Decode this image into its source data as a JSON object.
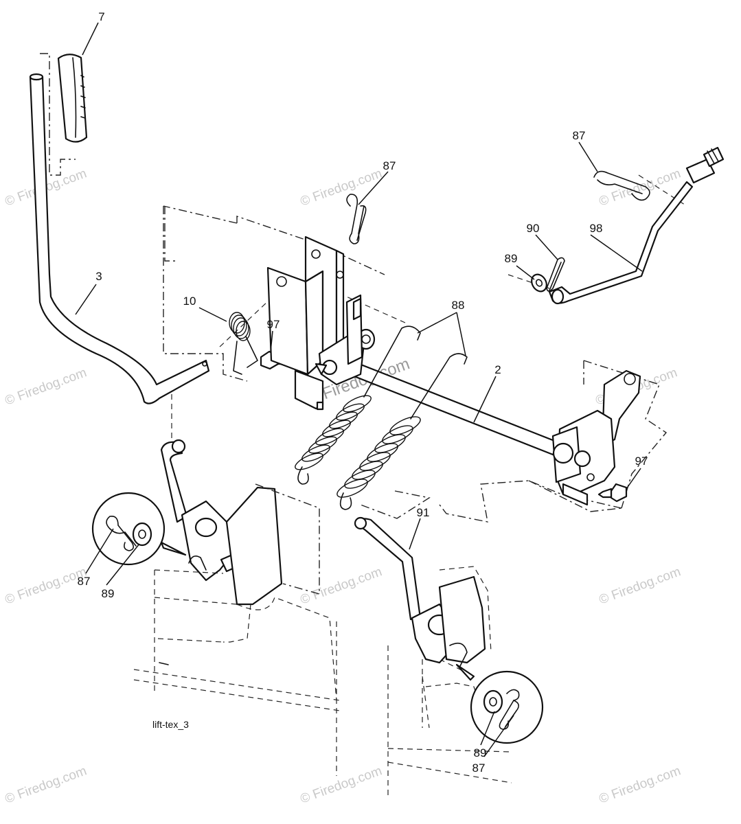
{
  "diagram": {
    "caption": "lift-tex_3",
    "watermark": "© Firedog.com",
    "callouts": [
      {
        "id": "c7",
        "text": "7"
      },
      {
        "id": "c87a",
        "text": "87"
      },
      {
        "id": "c87b",
        "text": "87"
      },
      {
        "id": "c90",
        "text": "90"
      },
      {
        "id": "c98",
        "text": "98"
      },
      {
        "id": "c89a",
        "text": "89"
      },
      {
        "id": "c3",
        "text": "3"
      },
      {
        "id": "c10",
        "text": "10"
      },
      {
        "id": "c97a",
        "text": "97"
      },
      {
        "id": "c88",
        "text": "88"
      },
      {
        "id": "c2",
        "text": "2"
      },
      {
        "id": "c97b",
        "text": "97"
      },
      {
        "id": "c91",
        "text": "91"
      },
      {
        "id": "c87c",
        "text": "87"
      },
      {
        "id": "c89b",
        "text": "89"
      },
      {
        "id": "c89c",
        "text": "89"
      },
      {
        "id": "c87d",
        "text": "87"
      }
    ]
  }
}
